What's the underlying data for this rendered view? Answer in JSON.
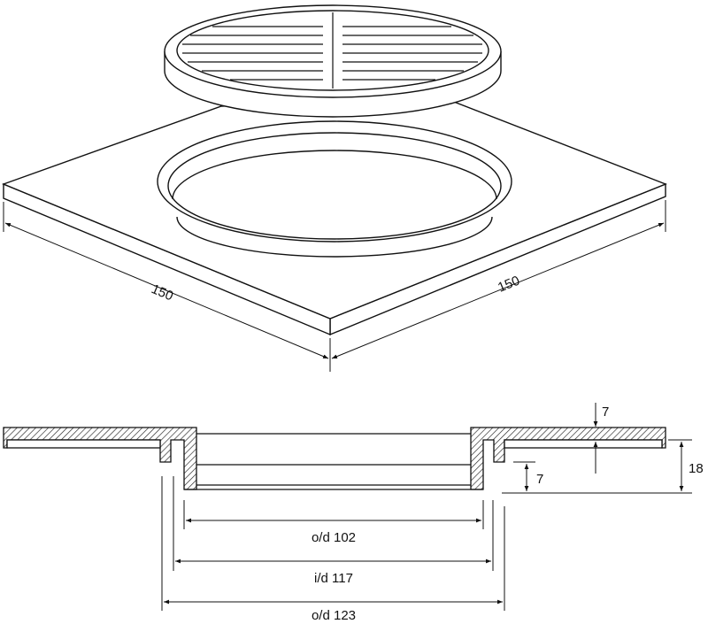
{
  "iso_view": {
    "dim_left": "150",
    "dim_right": "150"
  },
  "section_view": {
    "flange_thickness": "7",
    "rib_depth": "7",
    "overall_height": "18",
    "od_inner": "o/d 102",
    "id": "i/d 117",
    "od_outer": "o/d 123"
  }
}
